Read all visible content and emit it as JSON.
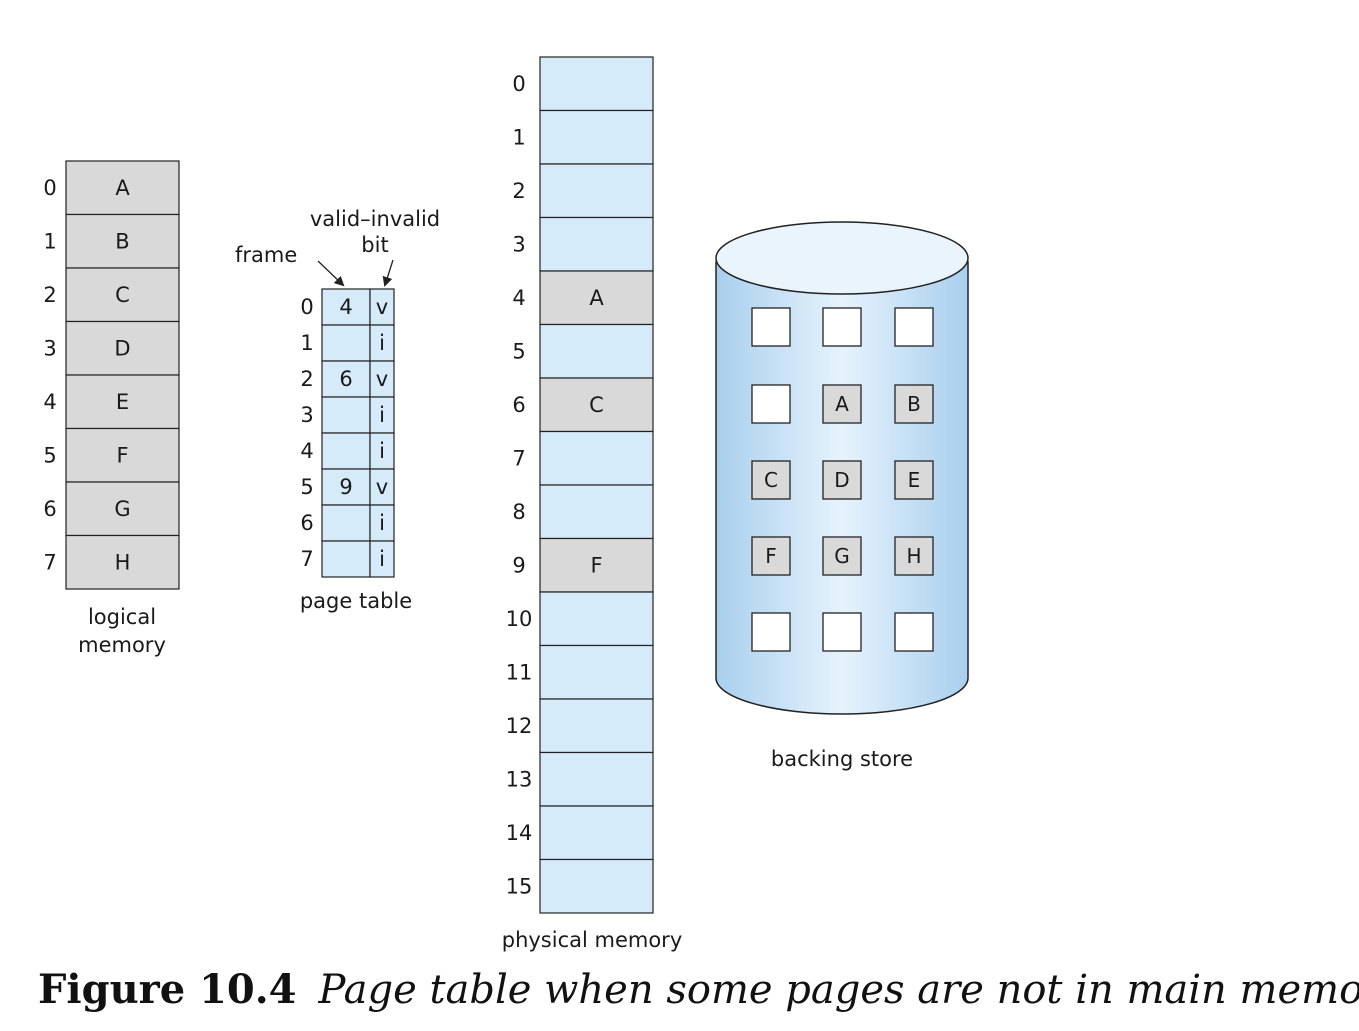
{
  "logical_memory": {
    "label_line1": "logical",
    "label_line2": "memory",
    "indices": [
      "0",
      "1",
      "2",
      "3",
      "4",
      "5",
      "6",
      "7"
    ],
    "pages": [
      "A",
      "B",
      "C",
      "D",
      "E",
      "F",
      "G",
      "H"
    ]
  },
  "page_table": {
    "label": "page table",
    "frame_header": "frame",
    "valid_header_line1": "valid–invalid",
    "valid_header_line2": "bit",
    "indices": [
      "0",
      "1",
      "2",
      "3",
      "4",
      "5",
      "6",
      "7"
    ],
    "frames": [
      "4",
      "",
      "6",
      "",
      "",
      "9",
      "",
      ""
    ],
    "bits": [
      "v",
      "i",
      "v",
      "i",
      "i",
      "v",
      "i",
      "i"
    ]
  },
  "physical_memory": {
    "label": "physical memory",
    "indices": [
      "0",
      "1",
      "2",
      "3",
      "4",
      "5",
      "6",
      "7",
      "8",
      "9",
      "10",
      "11",
      "12",
      "13",
      "14",
      "15"
    ],
    "contents": [
      "",
      "",
      "",
      "",
      "A",
      "",
      "C",
      "",
      "",
      "F",
      "",
      "",
      "",
      "",
      "",
      ""
    ]
  },
  "backing_store": {
    "label": "backing store",
    "grid": [
      [
        "",
        "",
        ""
      ],
      [
        "",
        "A",
        "B"
      ],
      [
        "C",
        "D",
        "E"
      ],
      [
        "F",
        "G",
        "H"
      ],
      [
        "",
        "",
        ""
      ]
    ]
  },
  "caption": {
    "number": "Figure 10.4",
    "text": "Page table when some pages are not in main memory."
  },
  "colors": {
    "light_blue": "#d6ebfa",
    "gray": "#d9d9d9",
    "outline": "#222222"
  }
}
